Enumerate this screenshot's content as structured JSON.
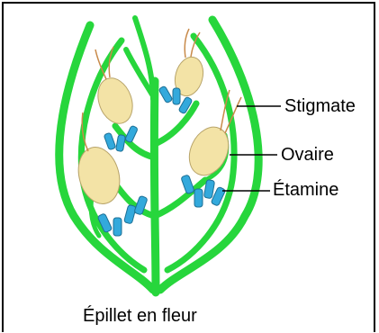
{
  "labels": {
    "stigmate": "Stigmate",
    "ovaire": "Ovaire",
    "etamine": "Étamine"
  },
  "caption": "Épillet en fleur",
  "colors": {
    "stem": "#27d63c",
    "ovary": "#f3e3a6",
    "anther": "#33a9dc",
    "stigma": "#c88a4a",
    "line": "#000000"
  }
}
